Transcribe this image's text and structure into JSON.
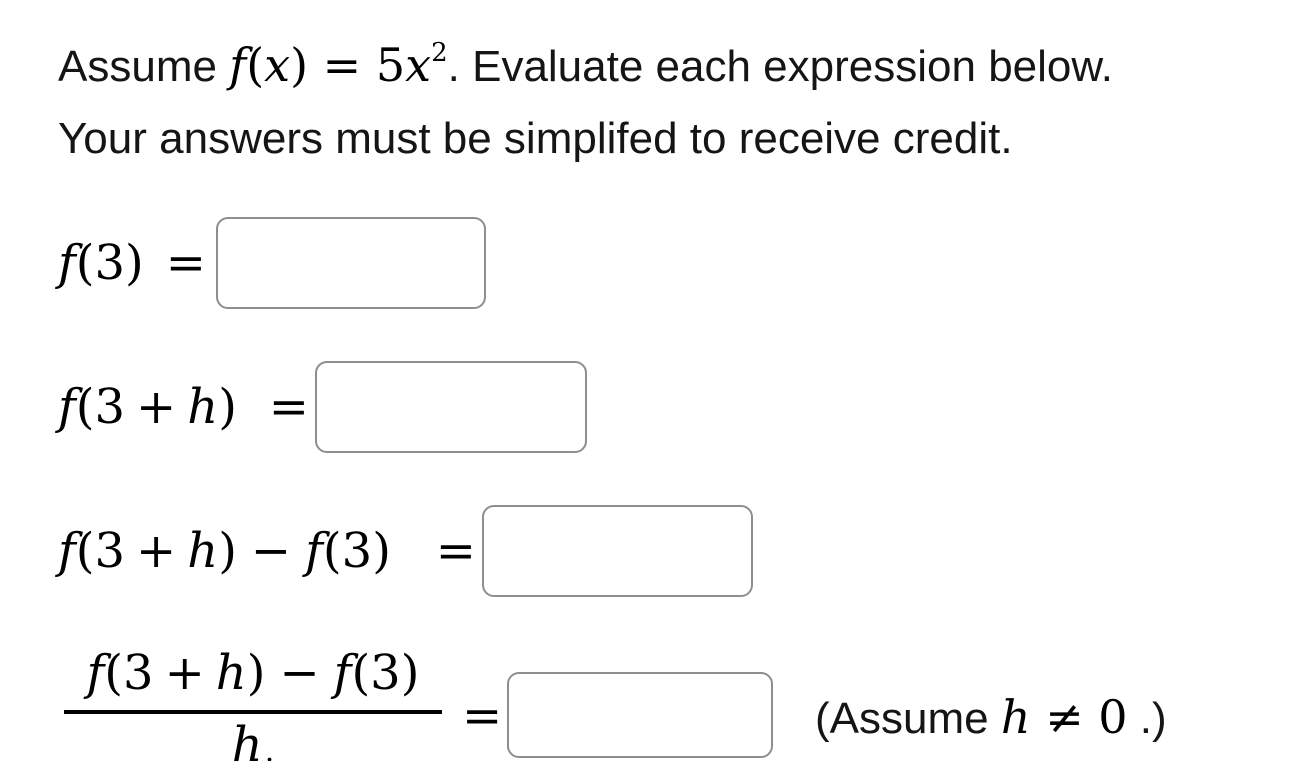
{
  "page": {
    "background_color": "#ffffff",
    "text_color": "#151515",
    "math_color": "#000000",
    "box_border_color": "#8e8e8e"
  },
  "title": {
    "line1_prefix": "Assume ",
    "math": {
      "f": "f",
      "open_paren": "(",
      "variable": "x",
      "close_paren": ")",
      "equals": " = ",
      "coefficient": "5",
      "base": "x",
      "exponent": "2"
    },
    "line1_suffix": ". Evaluate each expression below.",
    "line2": "Your answers must be simplifed to receive credit."
  },
  "expressions": [
    {
      "f": "f",
      "open": "(",
      "arg": "3",
      "close": ")",
      "equals": "=",
      "answer_value": ""
    },
    {
      "f": "f",
      "open": "(",
      "arg": "3",
      "plus": "+",
      "h": "h",
      "close": ")",
      "equals": "=",
      "answer_value": ""
    },
    {
      "f1": "f",
      "open1": "(",
      "arg1": "3",
      "plus": "+",
      "h": "h",
      "close1": ")",
      "minus": "−",
      "f2": "f",
      "open2": "(",
      "arg2": "3",
      "close2": ")",
      "equals": "=",
      "answer_value": ""
    },
    {
      "numerator": {
        "f1": "f",
        "open1": "(",
        "arg1": "3",
        "plus": "+",
        "h": "h",
        "close1": ")",
        "minus": "−",
        "f2": "f",
        "open2": "(",
        "arg2": "3",
        "close2": ")"
      },
      "denominator": "h",
      "denominator_period": ".",
      "equals": "=",
      "answer_value": "",
      "note": {
        "open": "(Assume ",
        "h": "h",
        "neq": " ≠ 0",
        "close": " .)"
      }
    }
  ]
}
